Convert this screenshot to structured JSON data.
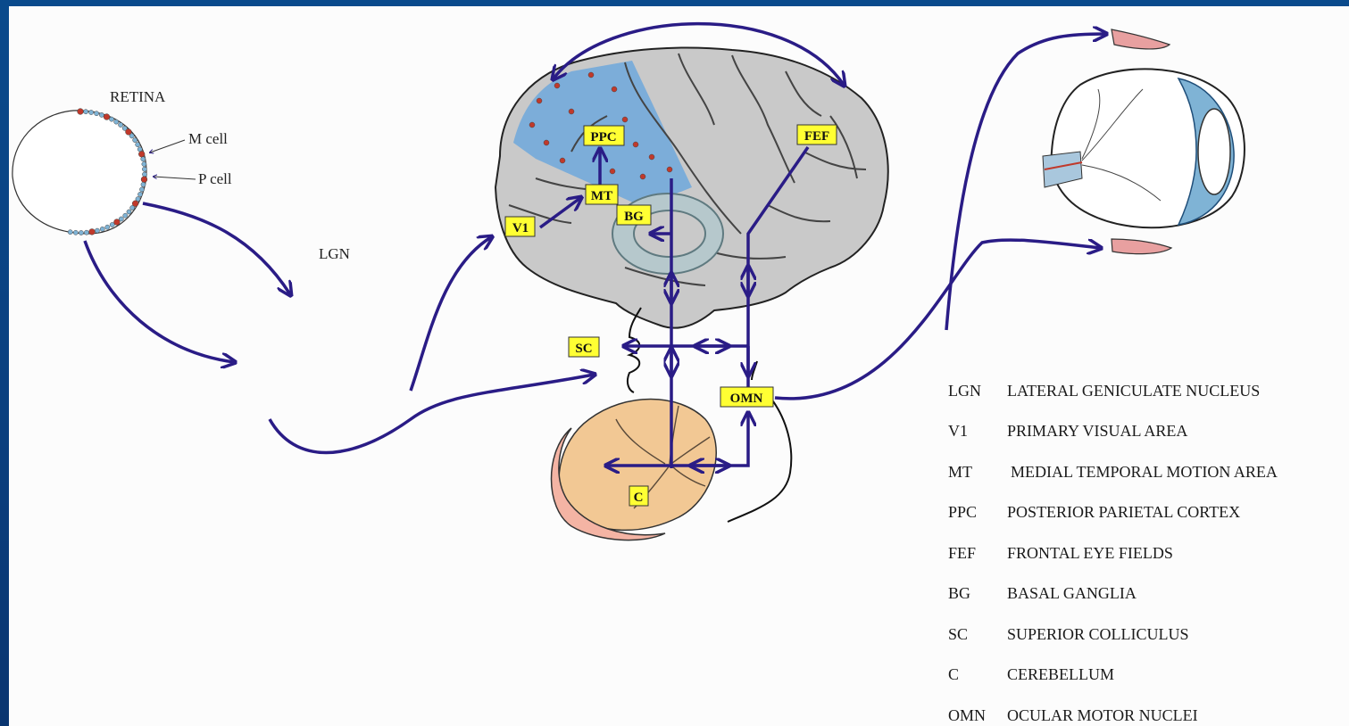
{
  "labels": {
    "retina": "RETINA",
    "m_cell": "M cell",
    "p_cell": "P cell",
    "lgn": "LGN"
  },
  "boxes": {
    "ppc": "PPC",
    "fef": "FEF",
    "mt": "MT",
    "bg": "BG",
    "v1": "V1",
    "sc": "SC",
    "omn": "OMN",
    "c": "C"
  },
  "legend": [
    {
      "abbr": "LGN",
      "full": "LATERAL GENICULATE NUCLEUS"
    },
    {
      "abbr": "V1",
      "full": "PRIMARY VISUAL AREA"
    },
    {
      "abbr": "MT",
      "full": "MEDIAL TEMPORAL MOTION AREA"
    },
    {
      "abbr": "PPC",
      "full": "POSTERIOR PARIETAL CORTEX"
    },
    {
      "abbr": "FEF",
      "full": "FRONTAL EYE FIELDS"
    },
    {
      "abbr": "BG",
      "full": "BASAL GANGLIA"
    },
    {
      "abbr": "SC",
      "full": "SUPERIOR COLLICULUS"
    },
    {
      "abbr": "C",
      "full": "CEREBELLUM"
    },
    {
      "abbr": "OMN",
      "full": "OCULAR MOTOR NUCLEI"
    }
  ],
  "colors": {
    "arrow": "#2a1c86",
    "label_box": "#ffff33",
    "m_cell": "#c0392b",
    "p_cell": "#7fb3d5",
    "ppc_region": "#6fa8dc",
    "brain": "#c8c8c8",
    "cerebellum": "#f2c894",
    "frame": "#0b3f7e"
  }
}
